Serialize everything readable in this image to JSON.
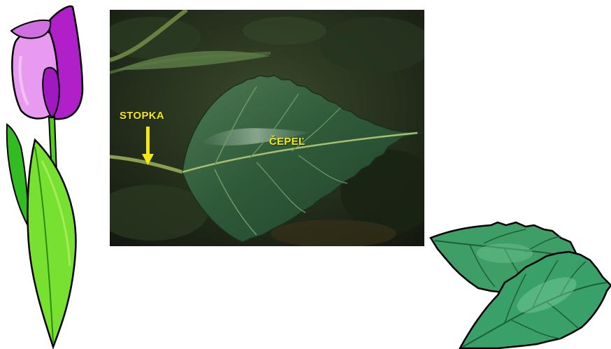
{
  "photo": {
    "stalk_label": "STOPKA",
    "blade_label": "ČEPEĽ"
  },
  "colors": {
    "label_yellow": "#f5e616",
    "tulip_pink": "#e080e8",
    "tulip_purple": "#b020c8",
    "stem_green": "#55cc20",
    "leaf_green": "#3a9a5a"
  },
  "icons": {
    "tulip": "tulip-clipart",
    "leaves": "leaves-clipart",
    "arrow": "arrow-down-icon"
  }
}
